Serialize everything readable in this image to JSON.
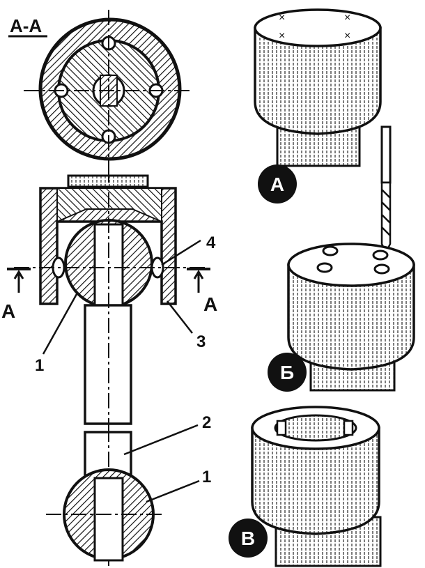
{
  "section_title": "А-А",
  "section_marks": {
    "left": "А",
    "right": "А"
  },
  "callouts": {
    "c1_upper": "1",
    "c2": "2",
    "c3": "3",
    "c4": "4",
    "c1_lower": "1"
  },
  "steps": {
    "step_a": "А",
    "step_b": "Б",
    "step_v": "В"
  },
  "colors": {
    "ink": "#111111",
    "paper": "#ffffff"
  }
}
